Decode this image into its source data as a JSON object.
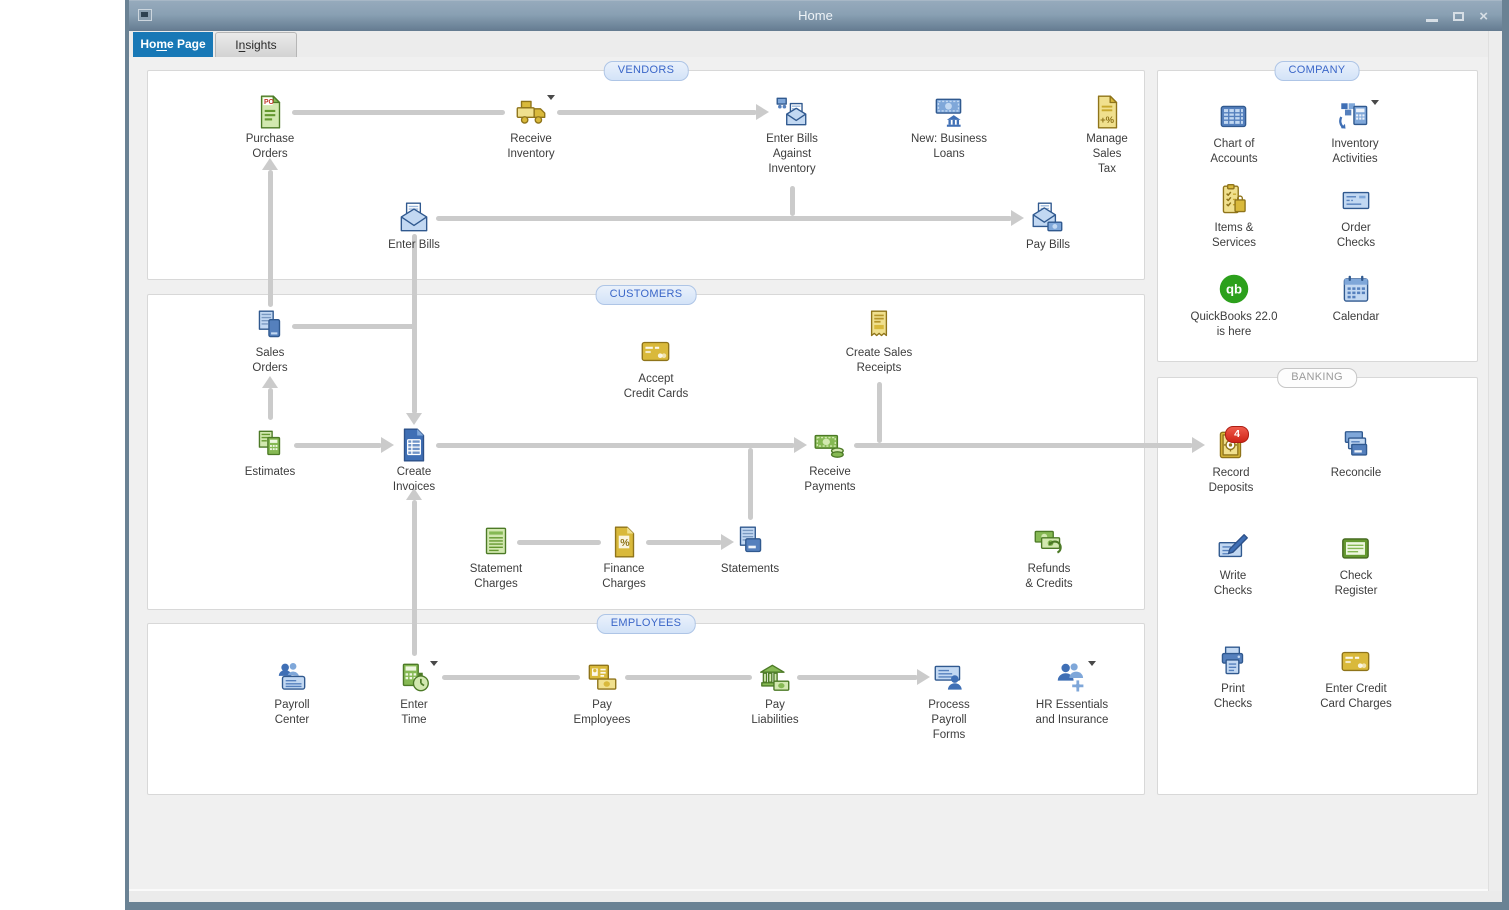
{
  "window": {
    "title": "Home",
    "window_icon": "restore-window-icon",
    "controls": [
      {
        "name": "minimize",
        "glyph": "–"
      },
      {
        "name": "maximize",
        "glyph": "□"
      },
      {
        "name": "close",
        "glyph": "×"
      }
    ]
  },
  "tabs": [
    {
      "id": "home-page",
      "label": "Home Page",
      "underline_index": 2,
      "active": true
    },
    {
      "id": "insights",
      "label": "Insights",
      "underline_index": 1,
      "active": false
    }
  ],
  "sections": [
    {
      "id": "vendors",
      "label": "VENDORS",
      "variant": "blue"
    },
    {
      "id": "customers",
      "label": "CUSTOMERS",
      "variant": "blue"
    },
    {
      "id": "employees",
      "label": "EMPLOYEES",
      "variant": "blue"
    },
    {
      "id": "company",
      "label": "COMPANY",
      "variant": "blue"
    },
    {
      "id": "banking",
      "label": "BANKING",
      "variant": "gray"
    }
  ],
  "items": [
    {
      "id": "purchase-orders",
      "section": "vendors",
      "lines": [
        "Purchase",
        "Orders"
      ],
      "icon": "purchase-orders-icon"
    },
    {
      "id": "receive-inventory",
      "section": "vendors",
      "lines": [
        "Receive",
        "Inventory"
      ],
      "icon": "receive-inventory-icon",
      "dropdown": true
    },
    {
      "id": "enter-bills-against-inventory",
      "section": "vendors",
      "lines": [
        "Enter Bills",
        "Against",
        "Inventory"
      ],
      "icon": "enter-bills-against-inventory-icon"
    },
    {
      "id": "new-business-loans",
      "section": "vendors",
      "lines": [
        "New: Business",
        "Loans"
      ],
      "icon": "new-business-loans-icon"
    },
    {
      "id": "manage-sales-tax",
      "section": "vendors",
      "lines": [
        "Manage",
        "Sales",
        "Tax"
      ],
      "icon": "manage-sales-tax-icon"
    },
    {
      "id": "enter-bills",
      "section": "vendors",
      "lines": [
        "Enter Bills"
      ],
      "icon": "enter-bills-icon"
    },
    {
      "id": "pay-bills",
      "section": "vendors",
      "lines": [
        "Pay Bills"
      ],
      "icon": "pay-bills-icon"
    },
    {
      "id": "sales-orders",
      "section": "customers",
      "lines": [
        "Sales",
        "Orders"
      ],
      "icon": "sales-orders-icon"
    },
    {
      "id": "accept-credit-cards",
      "section": "customers",
      "lines": [
        "Accept",
        "Credit Cards"
      ],
      "icon": "accept-credit-cards-icon"
    },
    {
      "id": "create-sales-receipts",
      "section": "customers",
      "lines": [
        "Create Sales",
        "Receipts"
      ],
      "icon": "create-sales-receipts-icon"
    },
    {
      "id": "estimates",
      "section": "customers",
      "lines": [
        "Estimates"
      ],
      "icon": "estimates-icon"
    },
    {
      "id": "create-invoices",
      "section": "customers",
      "lines": [
        "Create",
        "Invoices"
      ],
      "icon": "create-invoices-icon"
    },
    {
      "id": "receive-payments",
      "section": "customers",
      "lines": [
        "Receive",
        "Payments"
      ],
      "icon": "receive-payments-icon"
    },
    {
      "id": "statement-charges",
      "section": "customers",
      "lines": [
        "Statement",
        "Charges"
      ],
      "icon": "statement-charges-icon"
    },
    {
      "id": "finance-charges",
      "section": "customers",
      "lines": [
        "Finance",
        "Charges"
      ],
      "icon": "finance-charges-icon"
    },
    {
      "id": "statements",
      "section": "customers",
      "lines": [
        "Statements"
      ],
      "icon": "statements-icon"
    },
    {
      "id": "refunds-credits",
      "section": "customers",
      "lines": [
        "Refunds",
        "& Credits"
      ],
      "icon": "refunds-credits-icon"
    },
    {
      "id": "payroll-center",
      "section": "employees",
      "lines": [
        "Payroll",
        "Center"
      ],
      "icon": "payroll-center-icon"
    },
    {
      "id": "enter-time",
      "section": "employees",
      "lines": [
        "Enter",
        "Time"
      ],
      "icon": "enter-time-icon",
      "dropdown": true
    },
    {
      "id": "pay-employees",
      "section": "employees",
      "lines": [
        "Pay",
        "Employees"
      ],
      "icon": "pay-employees-icon"
    },
    {
      "id": "pay-liabilities",
      "section": "employees",
      "lines": [
        "Pay",
        "Liabilities"
      ],
      "icon": "pay-liabilities-icon"
    },
    {
      "id": "process-payroll-forms",
      "section": "employees",
      "lines": [
        "Process",
        "Payroll",
        "Forms"
      ],
      "icon": "process-payroll-forms-icon"
    },
    {
      "id": "hr-essentials-and-insurance",
      "section": "employees",
      "lines": [
        "HR Essentials",
        "and Insurance"
      ],
      "icon": "hr-essentials-icon",
      "dropdown": true
    },
    {
      "id": "chart-of-accounts",
      "section": "company",
      "lines": [
        "Chart of",
        "Accounts"
      ],
      "icon": "chart-of-accounts-icon"
    },
    {
      "id": "inventory-activities",
      "section": "company",
      "lines": [
        "Inventory",
        "Activities"
      ],
      "icon": "inventory-activities-icon",
      "dropdown": true
    },
    {
      "id": "items-services",
      "section": "company",
      "lines": [
        "Items &",
        "Services"
      ],
      "icon": "items-services-icon"
    },
    {
      "id": "order-checks",
      "section": "company",
      "lines": [
        "Order",
        "Checks"
      ],
      "icon": "order-checks-icon"
    },
    {
      "id": "quickbooks-22",
      "section": "company",
      "lines": [
        "QuickBooks 22.0",
        "is here"
      ],
      "icon": "quickbooks-logo-icon"
    },
    {
      "id": "calendar",
      "section": "company",
      "lines": [
        "Calendar"
      ],
      "icon": "calendar-icon"
    },
    {
      "id": "record-deposits",
      "section": "banking",
      "lines": [
        "Record",
        "Deposits"
      ],
      "icon": "record-deposits-icon",
      "badge": "4"
    },
    {
      "id": "reconcile",
      "section": "banking",
      "lines": [
        "Reconcile"
      ],
      "icon": "reconcile-icon"
    },
    {
      "id": "write-checks",
      "section": "banking",
      "lines": [
        "Write",
        "Checks"
      ],
      "icon": "write-checks-icon"
    },
    {
      "id": "check-register",
      "section": "banking",
      "lines": [
        "Check",
        "Register"
      ],
      "icon": "check-register-icon"
    },
    {
      "id": "print-checks",
      "section": "banking",
      "lines": [
        "Print",
        "Checks"
      ],
      "icon": "print-checks-icon"
    },
    {
      "id": "enter-credit-card-charges",
      "section": "banking",
      "lines": [
        "Enter Credit",
        "Card Charges"
      ],
      "icon": "enter-credit-card-charges-icon"
    }
  ],
  "colors": {
    "active_tab_blue": "#1878b6",
    "section_label_blue": "#3a66c8",
    "flow_line_gray": "#cbcbcb",
    "badge_red": "#d3281a",
    "quickbooks_green": "#2ca01c",
    "titlebar_gradient_top": "#96aabc",
    "titlebar_gradient_bottom": "#647b90"
  }
}
